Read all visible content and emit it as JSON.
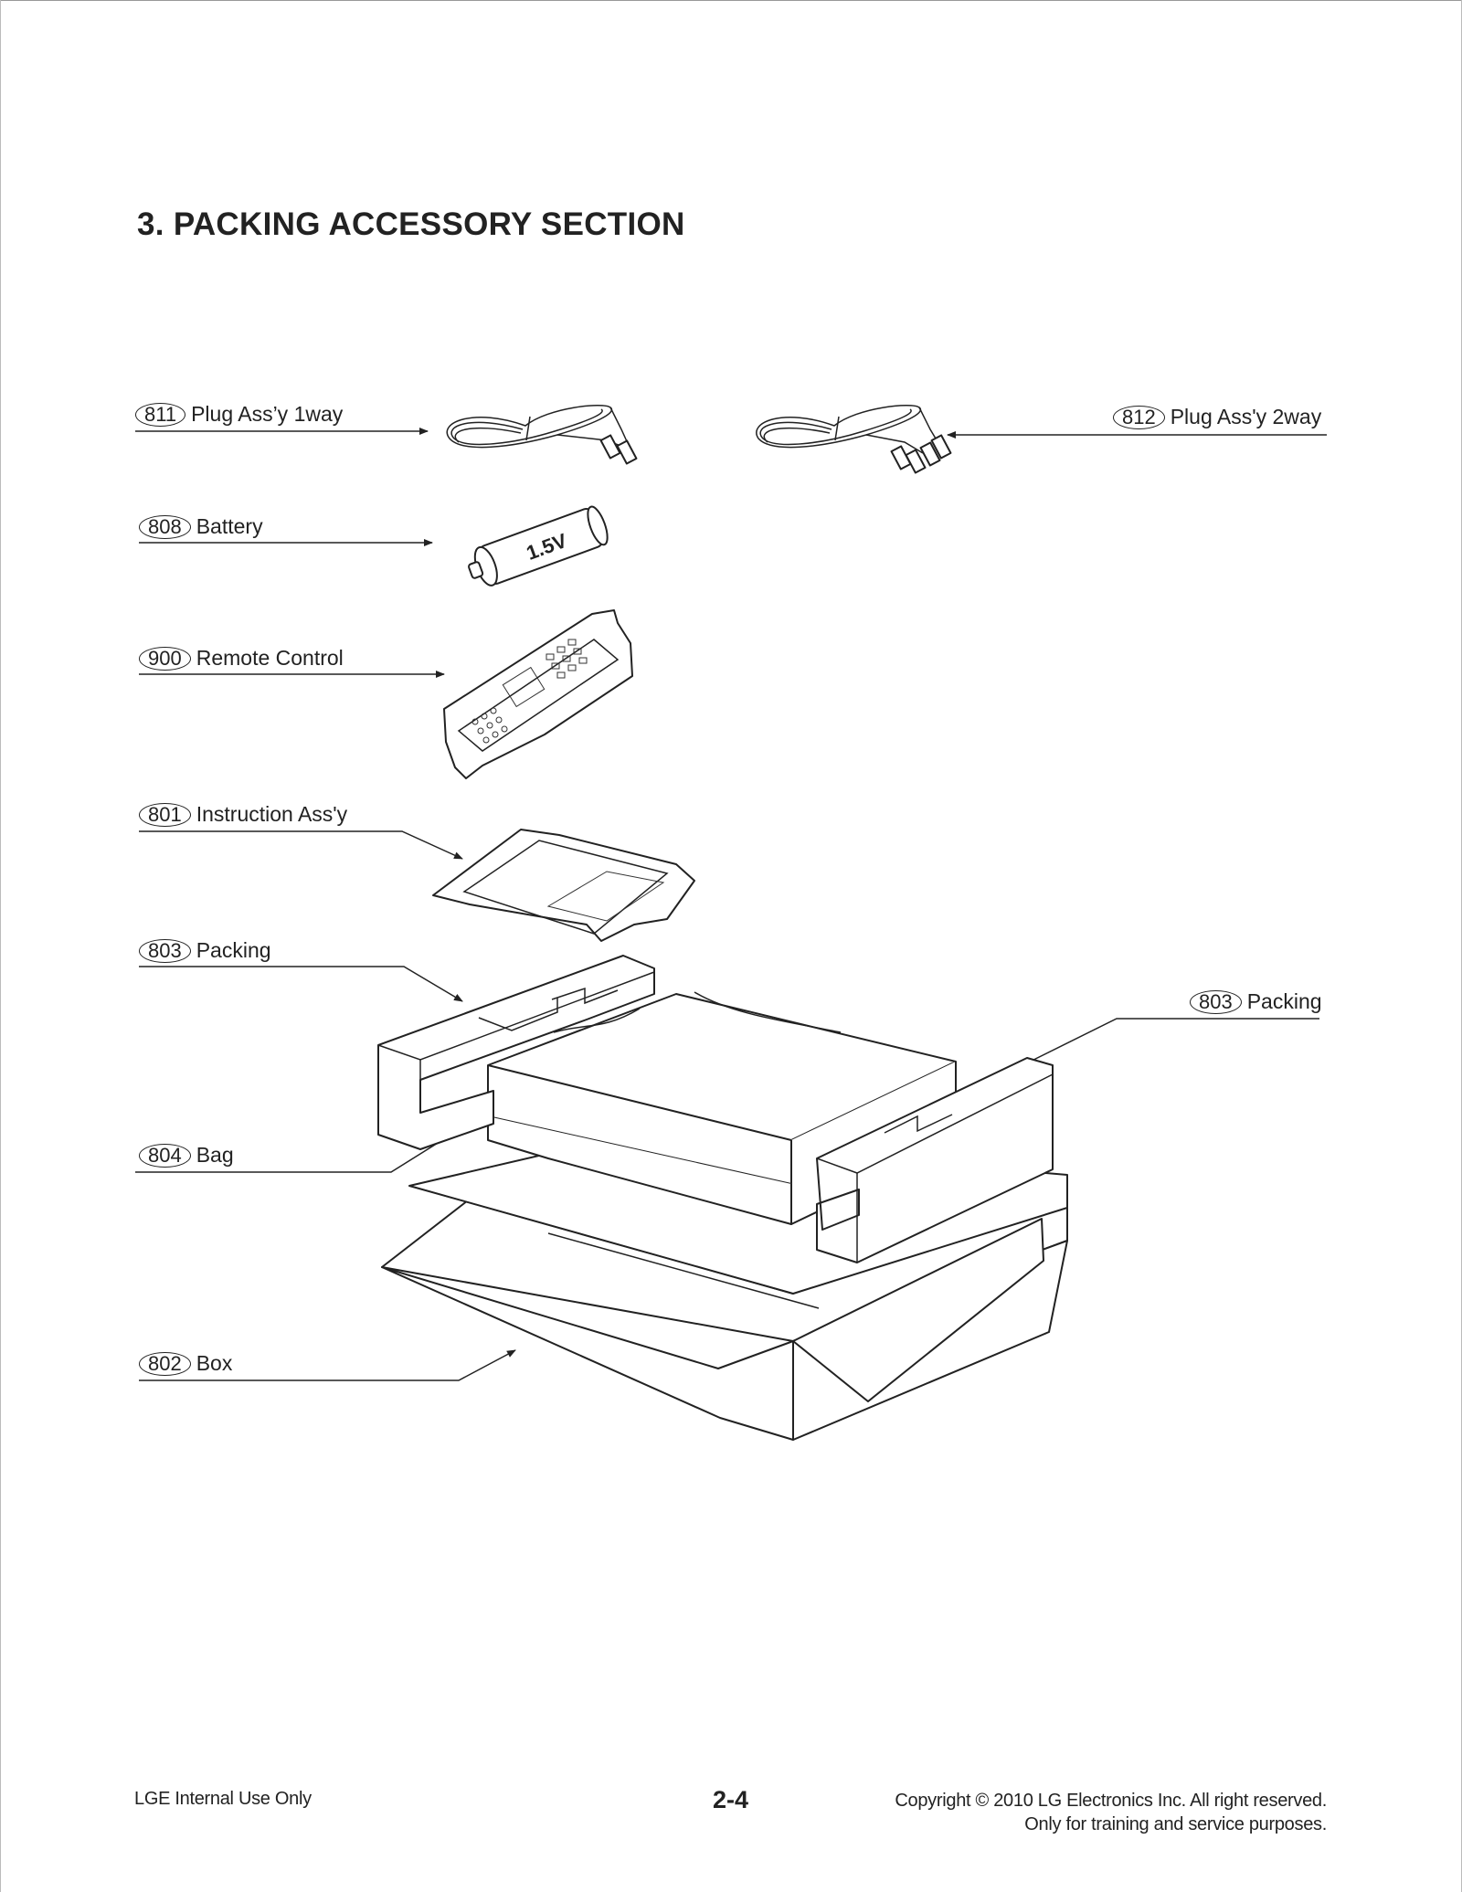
{
  "section": {
    "title": "3. PACKING ACCESSORY SECTION"
  },
  "callouts": [
    {
      "num": "811",
      "label": "Plug Ass’y 1way"
    },
    {
      "num": "812",
      "label": "Plug Ass'y 2way"
    },
    {
      "num": "808",
      "label": "Battery"
    },
    {
      "num": "900",
      "label": "Remote Control"
    },
    {
      "num": "801",
      "label": "Instruction Ass'y"
    },
    {
      "num": "803",
      "label": "Packing"
    },
    {
      "num": "803",
      "label": "Packing"
    },
    {
      "num": "804",
      "label": "Bag"
    },
    {
      "num": "802",
      "label": "Box"
    }
  ],
  "battery": {
    "voltage": "1.5V"
  },
  "footer": {
    "left": "LGE Internal Use Only",
    "page": "2-4",
    "copyright": "Copyright © 2010 LG Electronics Inc. All right reserved.",
    "purpose": "Only for training and service purposes."
  }
}
